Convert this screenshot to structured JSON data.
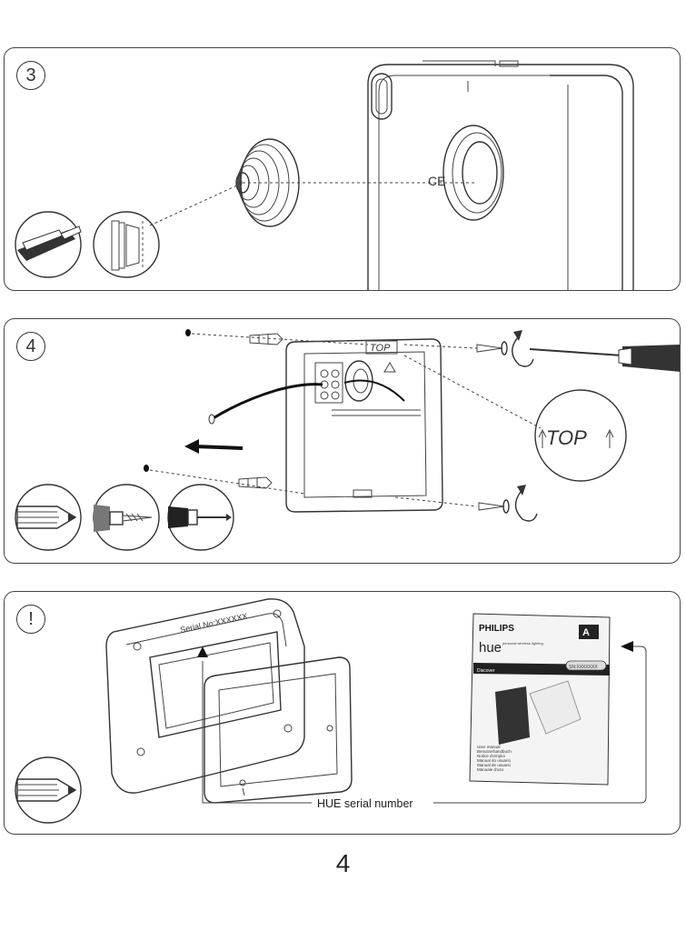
{
  "steps": {
    "step3": {
      "number": "3"
    },
    "step4": {
      "number": "4",
      "top_label": "TOP",
      "zoom_label": "TOP"
    },
    "note": {
      "number": "!",
      "device_serial_label": "Serial No:XXXXXX",
      "manual": {
        "brand": "PHILIPS",
        "product": "hue",
        "tagline": "personal wireless lighting",
        "subtitle": "Discover",
        "energy_class": "A",
        "serial_field": "SN:XXXXXXX",
        "languages": [
          "User manual",
          "Benutzerhandbuch",
          "Notice d'emploi",
          "Manual do usuario",
          "Manual de usuario",
          "Manuale d'uso"
        ]
      },
      "serial_caption": "HUE serial number"
    }
  },
  "page_number": "4"
}
